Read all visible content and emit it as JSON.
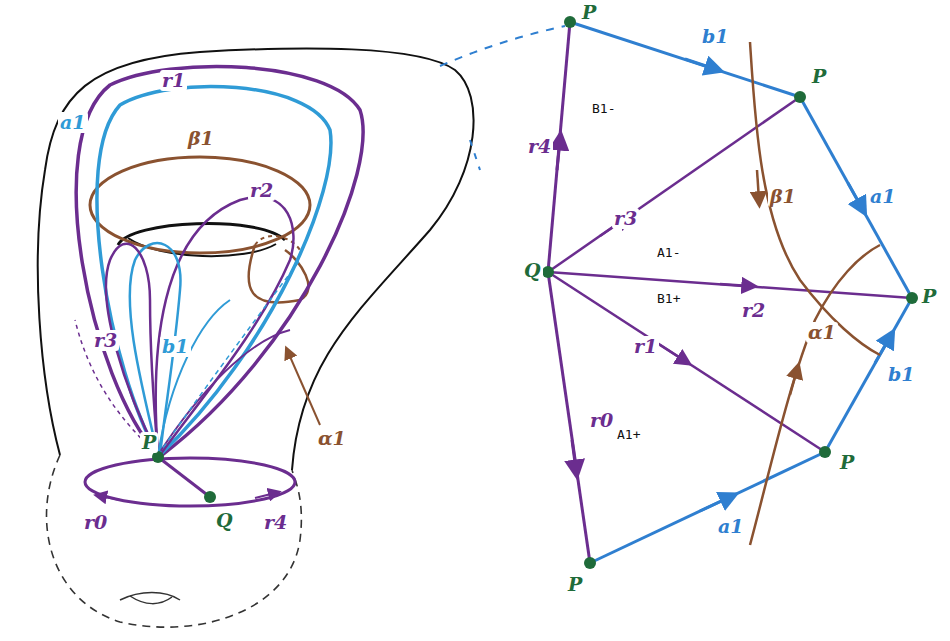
{
  "diagram": {
    "labels": [
      "a1",
      "r1",
      "β1",
      "r2",
      "r3",
      "b1",
      "α1",
      "P",
      "Q",
      "r0",
      "r4",
      "P",
      "b1",
      "P",
      "r4",
      "B1-",
      "Q",
      "r3",
      "β1",
      "a1",
      "A1-",
      "P",
      "B1+",
      "r2",
      "α1",
      "r1",
      "b1",
      "P",
      "r0",
      "A1+",
      "a1",
      "P"
    ]
  }
}
